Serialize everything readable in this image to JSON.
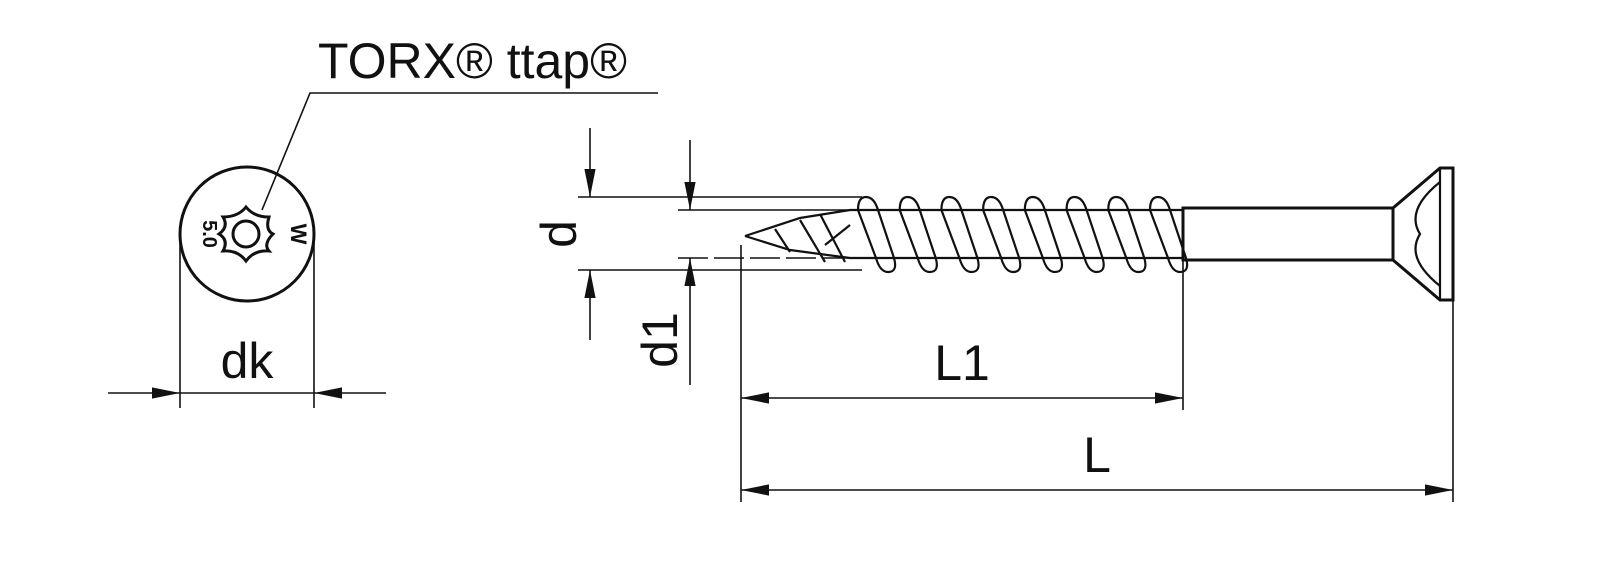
{
  "drawing": {
    "drive_label": "TORX® ttap®",
    "head_marking": "5.0",
    "head_logo": "W",
    "dimensions": {
      "head_diameter": "dk",
      "thread_diameter": "d",
      "core_diameter": "d1",
      "thread_length": "L1",
      "total_length": "L"
    },
    "thread_turns": 8,
    "line_color": "#111111"
  }
}
